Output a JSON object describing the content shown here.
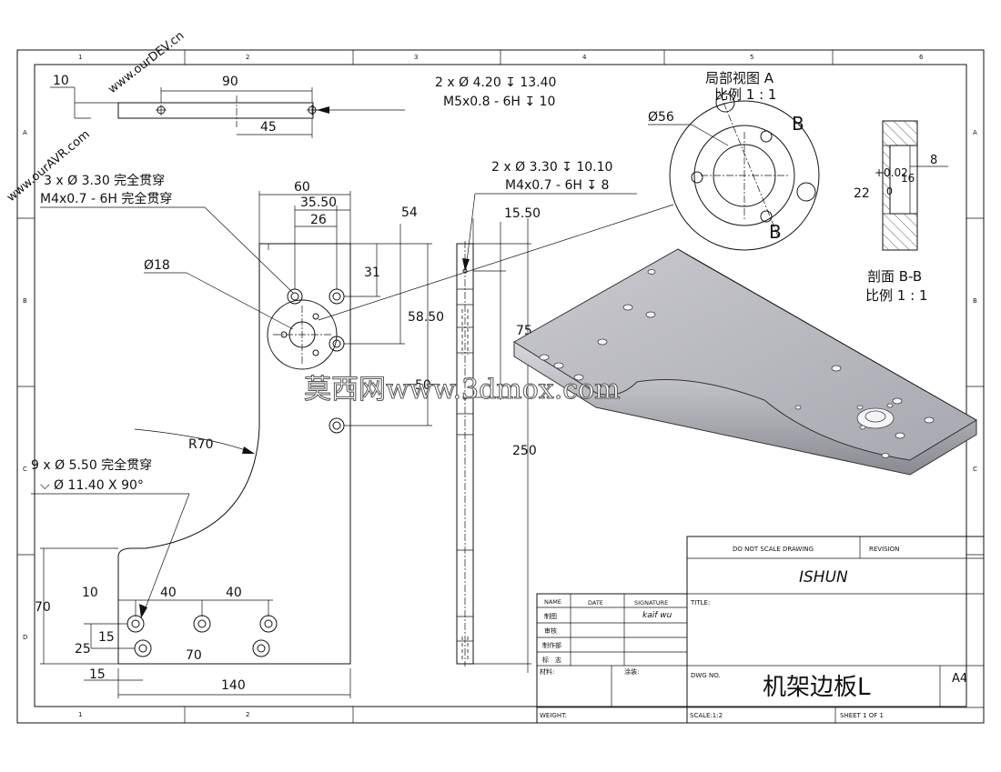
{
  "frame": {
    "columns": [
      "1",
      "2",
      "3",
      "4",
      "5",
      "6"
    ],
    "rows": [
      "A",
      "B",
      "C",
      "D"
    ]
  },
  "watermarks": {
    "top_right": "www.ourDEV.cn",
    "left": "www.ourAVR.com",
    "center": "莫西网www.3dmox.com"
  },
  "top_view": {
    "dim_10": "10",
    "dim_90": "90",
    "dim_45": "45",
    "hole_note_1": "2 x Ø 4.20 ↧ 13.40",
    "hole_note_2": "M5x0.8 - 6H ↧ 10"
  },
  "front_view": {
    "note_3x_1": "3 x Ø 3.30 完全贯穿",
    "note_3x_2": "M4x0.7 - 6H 完全贯穿",
    "dim_60": "60",
    "dim_35_50": "35.50",
    "dim_26": "26",
    "dim_54": "54",
    "dim_31": "31",
    "dim_58_50": "58.50",
    "dim_50": "50",
    "dim_d18": "Ø18",
    "dim_r70": "R70",
    "note_9x_1": "9 x Ø 5.50 完全贯穿",
    "note_9x_2": "⌵  Ø 11.40 X 90°",
    "dim_10": "10",
    "dim_40a": "40",
    "dim_40b": "40",
    "dim_15a": "15",
    "dim_25": "25",
    "dim_70h": "70",
    "dim_15b": "15",
    "dim_140": "140",
    "dim_70v": "70"
  },
  "side_view": {
    "note_2x_1": "2 x Ø 3.30 ↧ 10.10",
    "note_2x_2": "M4x0.7 - 6H ↧ 8",
    "dim_15_50": "15.50",
    "dim_75": "75",
    "dim_250": "250"
  },
  "detail_view": {
    "title": "局部视图 A",
    "scale": "比例 1 : 1",
    "dim_d56": "Ø56",
    "label_b1": "B",
    "label_b2": "B"
  },
  "section_view": {
    "title": "剖面 B-B",
    "scale": "比例 1 : 1",
    "dim_8": "8",
    "dim_tol": "+0.02",
    "dim_tol2": "0",
    "dim_16": "16",
    "dim_22": "22"
  },
  "title_block": {
    "do_not_scale": "DO NOT SCALE DRAWING",
    "revision": "REVISION",
    "company": "ISHUN",
    "title_label": "TITLE:",
    "col_name": "NAME",
    "col_date": "DATE",
    "col_signature": "SIGNATURE",
    "row_1": "制图",
    "row_2": "审核",
    "row_3": "制作部",
    "row_4": "标　志",
    "signature": "kaif wu",
    "material_label": "材料:",
    "finish_label": "涂装:",
    "dwg_no_label": "DWG NO.",
    "part_name": "机架边板L",
    "size": "A4",
    "weight_label": "WEIGHT:",
    "scale_label": "SCALE:1:2",
    "sheet_label": "SHEET 1 OF 1"
  }
}
